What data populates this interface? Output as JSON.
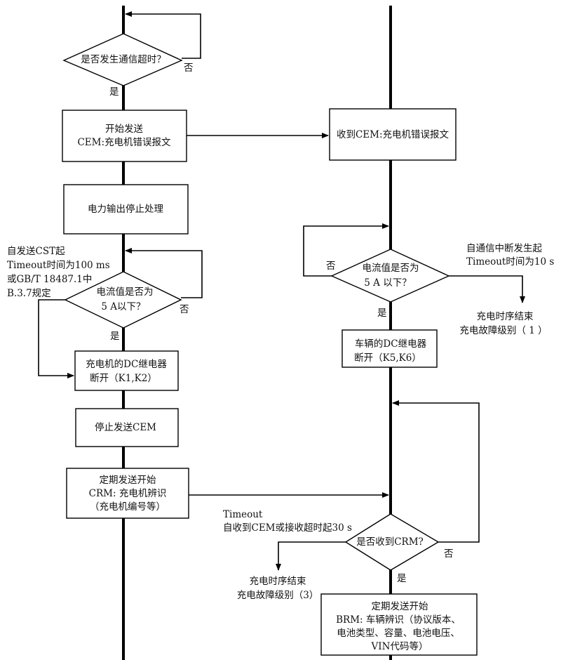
{
  "left": {
    "decision_timeout": {
      "text": "是否发生通信超时？",
      "no": "否",
      "yes": "是"
    },
    "box_send_cem": {
      "lines": [
        "开始发送",
        "CEM:充电机错误报文"
      ]
    },
    "box_power_stop": {
      "text": "电力输出停止处理"
    },
    "note_cst": {
      "lines": [
        "自发送CST起",
        "Timeout时间为100 ms",
        "或GB/T 18487.1中",
        "B.3.7规定"
      ]
    },
    "decision_current": {
      "lines": [
        "电流值是否为",
        "5 A以下？"
      ],
      "no": "否",
      "yes": "是"
    },
    "box_relay_off": {
      "lines": [
        "充电机的DC继电器",
        "断开（K1,K2）"
      ]
    },
    "box_stop_cem": {
      "text": "停止发送CEM"
    },
    "box_crm": {
      "lines": [
        "定期发送开始",
        "CRM: 充电机辨识",
        "（充电机编号等）"
      ]
    }
  },
  "right": {
    "box_recv_cem": {
      "text": "收到CEM:充电机错误报文"
    },
    "decision_current": {
      "lines": [
        "电流值是否为",
        "5 A 以下？"
      ],
      "no": "否",
      "yes": "是"
    },
    "note_comm": {
      "lines": [
        "自通信中断发生起",
        "Timeout时间为10 s"
      ]
    },
    "end_1": {
      "lines": [
        "充电时序结束",
        "充电故障级别（ 1 ）"
      ]
    },
    "box_relay_off": {
      "lines": [
        "车辆的DC继电器",
        "断开（K5,K6）"
      ]
    },
    "note_timeout30": {
      "lines": [
        "Timeout",
        "自收到CEM或接收超时起30 s"
      ]
    },
    "decision_crm": {
      "text": "是否收到CRM?",
      "no": "否",
      "yes": "是"
    },
    "end_3": {
      "lines": [
        "充电时序结束",
        "充电故障级别（3）"
      ]
    },
    "box_brm": {
      "lines": [
        "定期发送开始",
        "BRM: 车辆辨识（协议版本、",
        "电池类型、容量、电池电压、",
        "VIN代码等）"
      ]
    }
  }
}
